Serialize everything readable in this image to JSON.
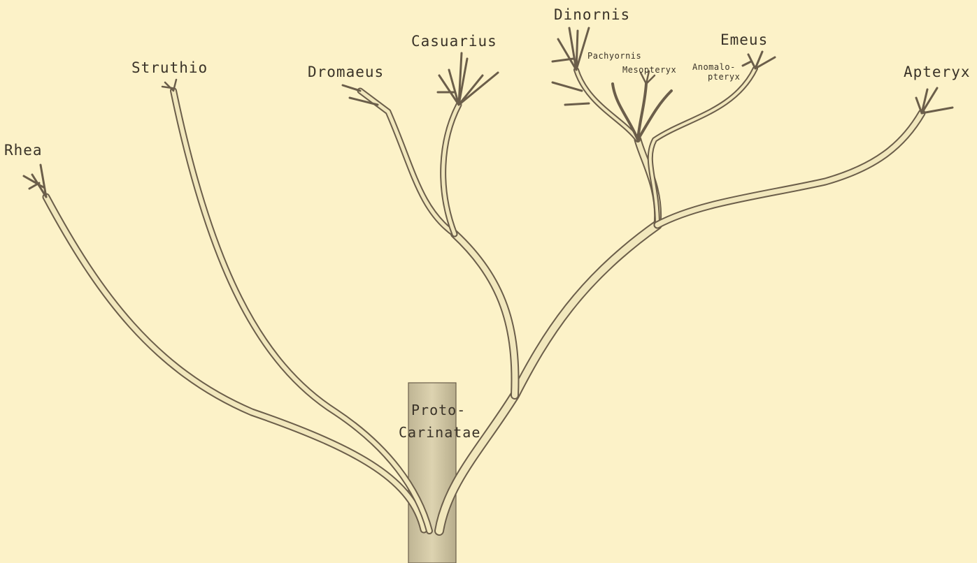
{
  "colors": {
    "background": "#fcf2c8",
    "branch_fill": "#f1e7bc",
    "branch_outline": "#6b5e4a",
    "stem_fill": "#d8ceaa",
    "text": "#3a3328"
  },
  "stem": {
    "label_line1": "Proto-",
    "label_line2": "Carinatae"
  },
  "taxa": {
    "rhea": "Rhea",
    "struthio": "Struthio",
    "dromaeus": "Dromaeus",
    "casuarius": "Casuarius",
    "dinornis": "Dinornis",
    "pachyornis": "Pachyornis",
    "mesopteryx": "Mesopteryx",
    "anomalopteryx_line1": "Anomalo-",
    "anomalopteryx_line2": "pteryx",
    "emeus": "Emeus",
    "apteryx": "Apteryx"
  }
}
